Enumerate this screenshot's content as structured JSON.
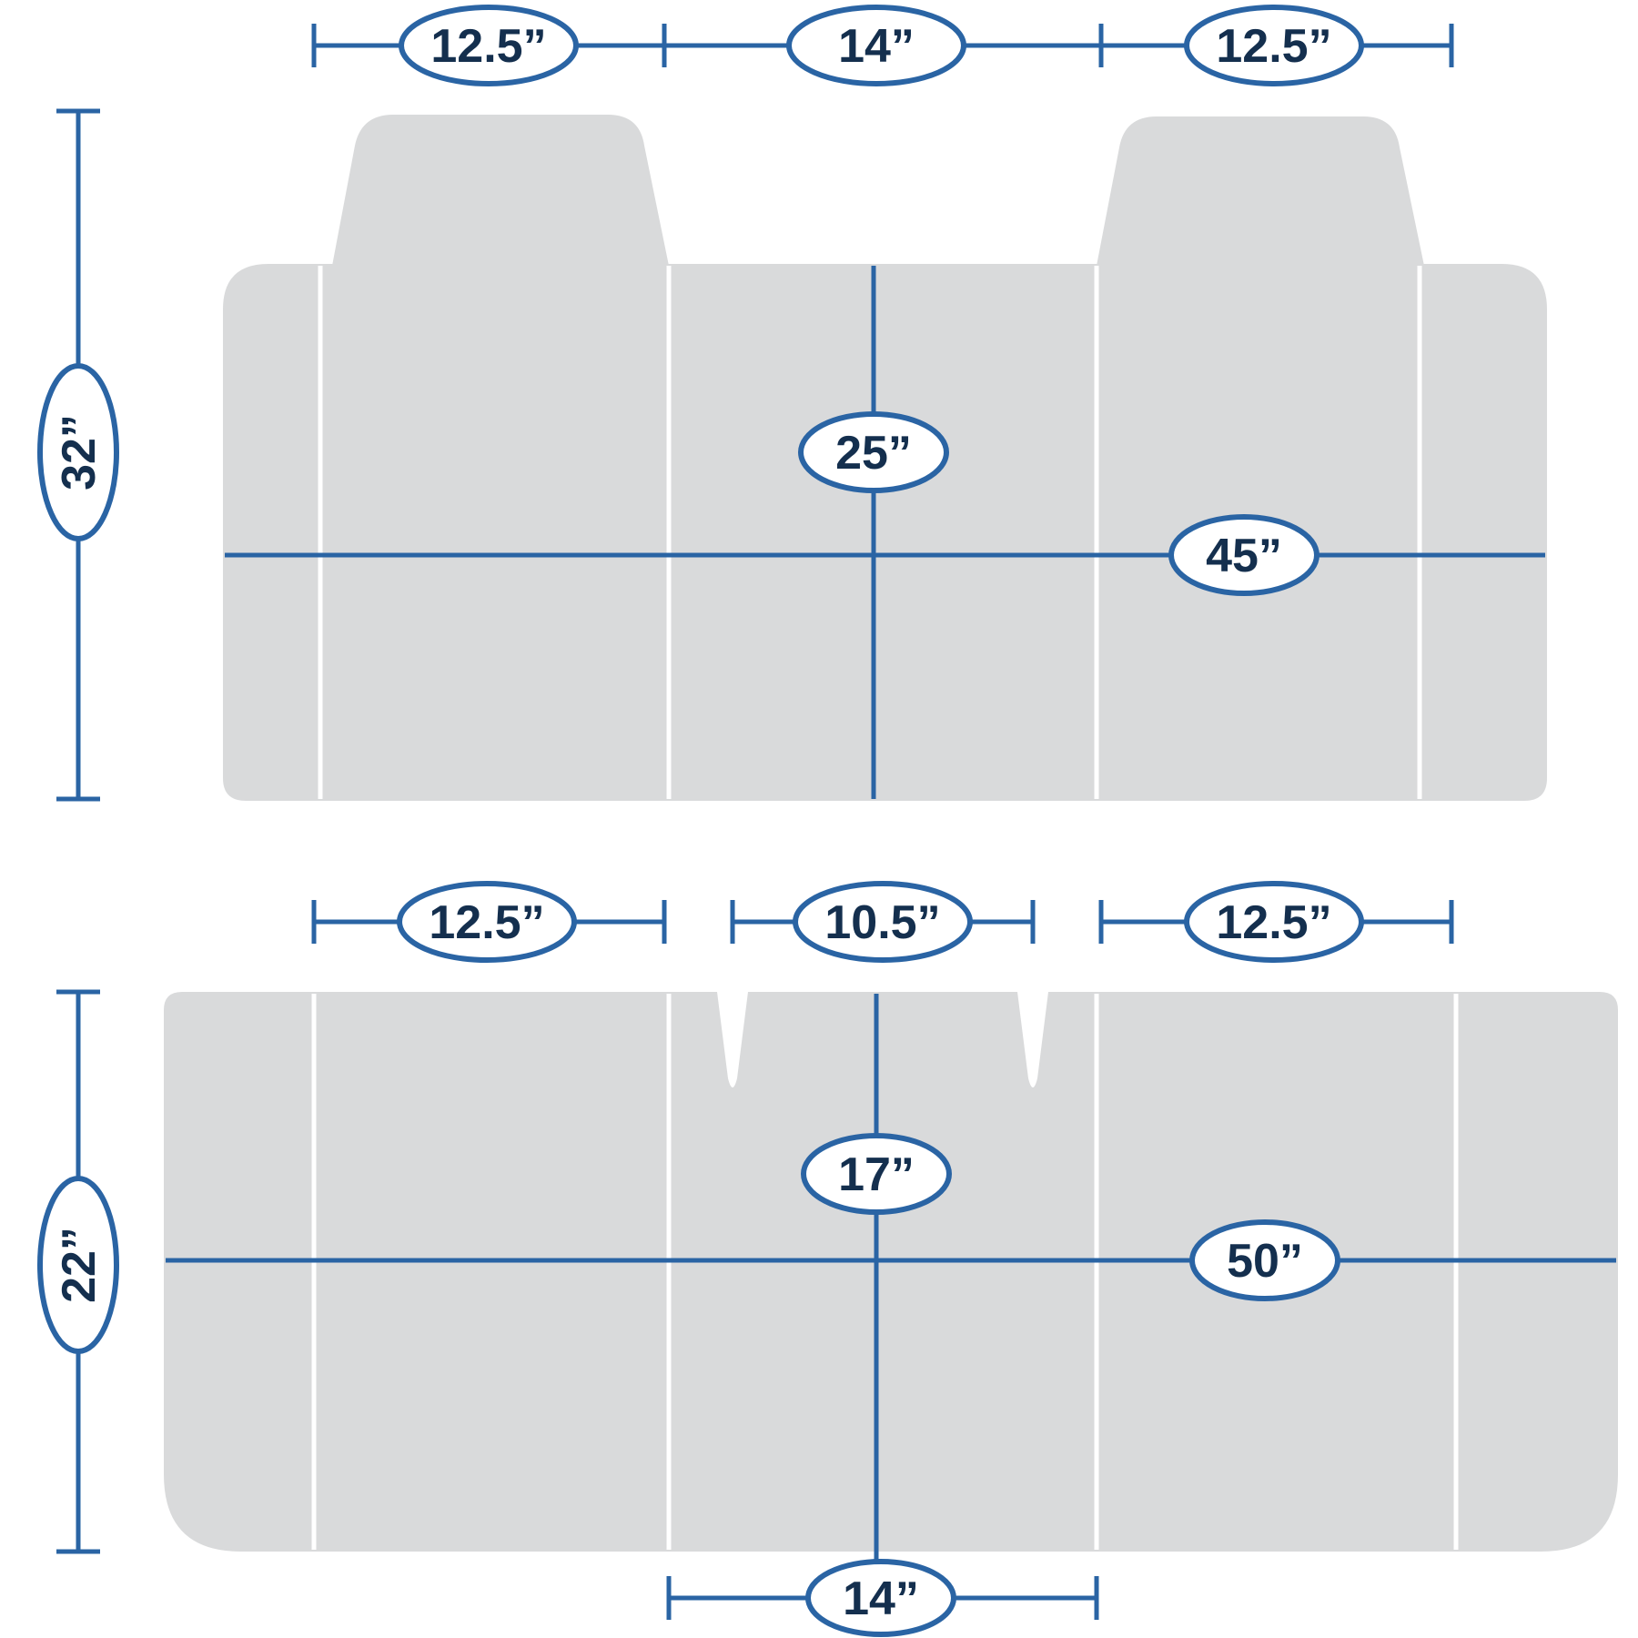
{
  "title": "Bench seat cover dimension diagram",
  "colors": {
    "line_blue": "#2a64a4",
    "label_text": "#142f4e",
    "shape_fill": "#d9dadb",
    "seam_color": "#ffffff",
    "background": "#ffffff"
  },
  "top_view": {
    "part": "seat back with headrests",
    "dims": {
      "top_left": "12.5”",
      "top_center": "14”",
      "top_right": "12.5”",
      "side": "32”",
      "center_vertical": "25”",
      "total_width": "45”"
    }
  },
  "bottom_view": {
    "part": "seat cushion with notches",
    "dims": {
      "top_left": "12.5”",
      "top_center": "10.5”",
      "top_right": "12.5”",
      "side": "22”",
      "center_vertical": "17”",
      "total_width": "50”",
      "bottom_center": "14”"
    }
  }
}
